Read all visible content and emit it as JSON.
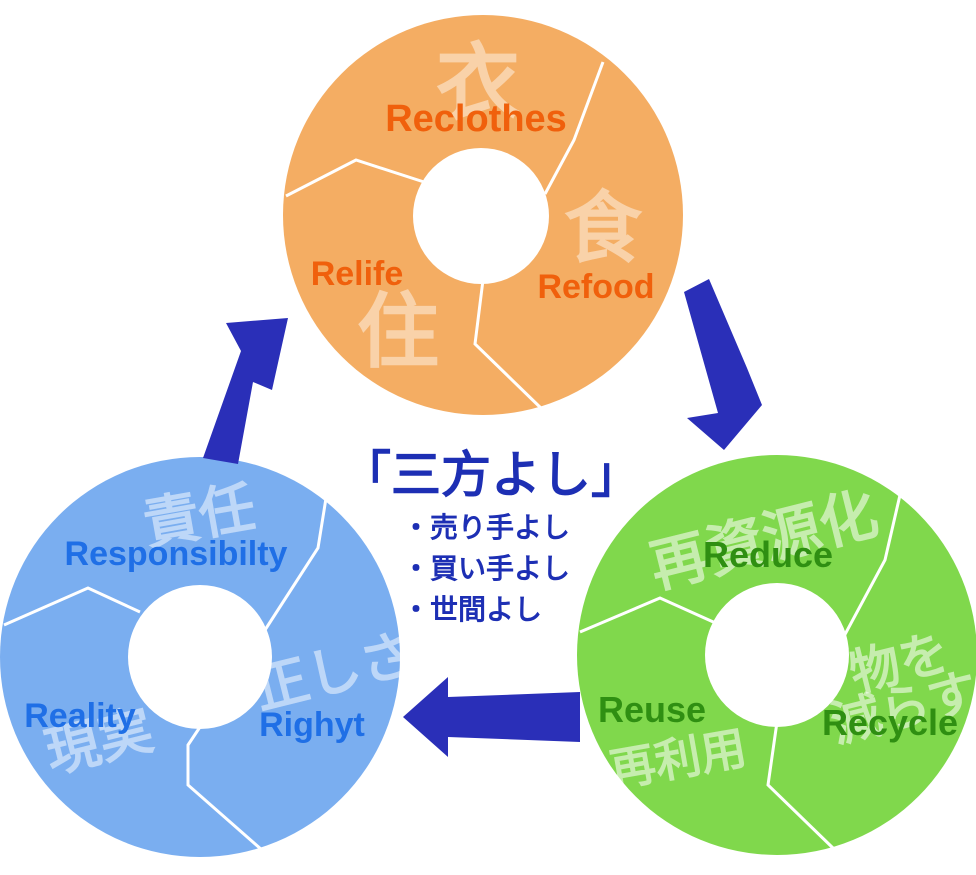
{
  "colors": {
    "orange": "#f4ad63",
    "orange_text": "#f0600c",
    "green": "#80d84c",
    "green_text": "#2f8f12",
    "blue": "#7aaef0",
    "blue_text": "#1f6fe6",
    "arrow": "#2a2fb8",
    "center_text": "#1d2fb4",
    "watermark": "#ffffff"
  },
  "top_circle": {
    "segments": [
      "Reclothes",
      "Refood",
      "Relife"
    ],
    "kanji": [
      "衣",
      "食",
      "住"
    ]
  },
  "right_circle": {
    "segments": [
      "Reduce",
      "Recycle",
      "Reuse"
    ],
    "kanji": [
      "再資源化",
      "物を",
      "減らす",
      "再利用"
    ]
  },
  "left_circle": {
    "segments": [
      "Responsibilty",
      "Righyt",
      "Reality"
    ],
    "kanji": [
      "責任",
      "正しさ",
      "現実"
    ]
  },
  "center": {
    "title": "「三方よし」",
    "bullets": [
      "・売り手よし",
      "・買い手よし",
      "・世間よし"
    ]
  }
}
